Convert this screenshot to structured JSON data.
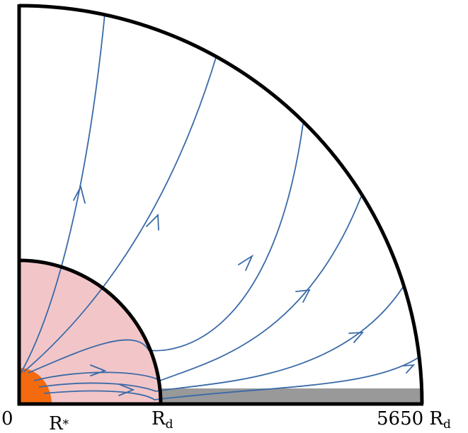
{
  "colors": {
    "field_line": "#3a6aa8",
    "outline": "#000000",
    "inner_region": "#f2c6c8",
    "star": "#f46a0e",
    "disk": "#999999"
  },
  "labels": {
    "origin": "0",
    "r_star_main": "R",
    "r_star_sub": "*",
    "r_d_main": "R",
    "r_d_sub": "d",
    "outer_main": "5650 R",
    "outer_sub": "d"
  }
}
